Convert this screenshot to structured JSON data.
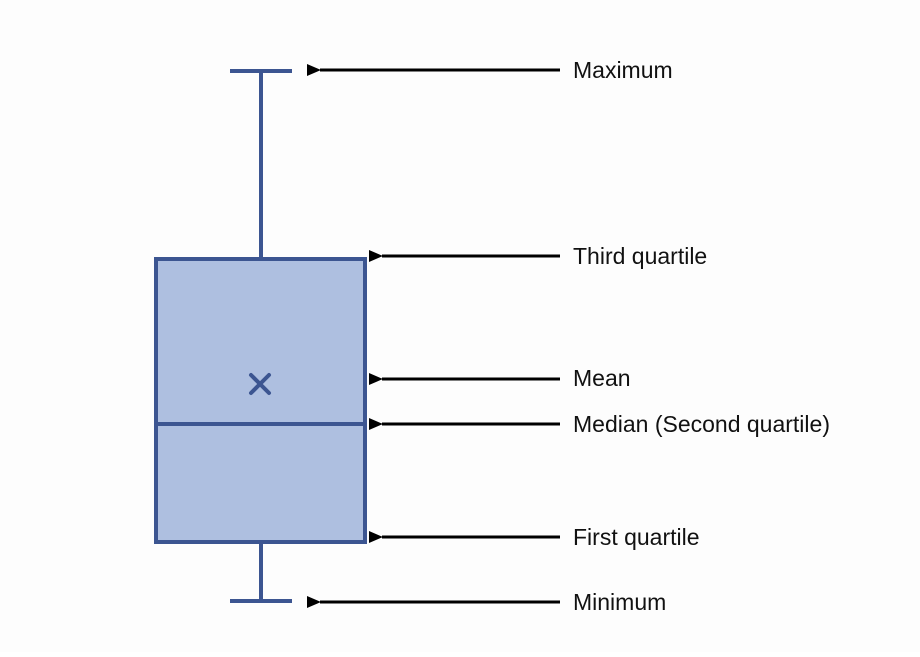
{
  "colors": {
    "box_fill": "#aebfe0",
    "box_stroke": "#3c5591",
    "arrow": "#000000",
    "text": "#111111",
    "background": "#fdfdfd"
  },
  "labels": {
    "maximum": "Maximum",
    "third_quartile": "Third quartile",
    "mean": "Mean",
    "median": "Median (Second quartile)",
    "first_quartile": "First quartile",
    "minimum": "Minimum"
  },
  "mean_marker": "×"
}
